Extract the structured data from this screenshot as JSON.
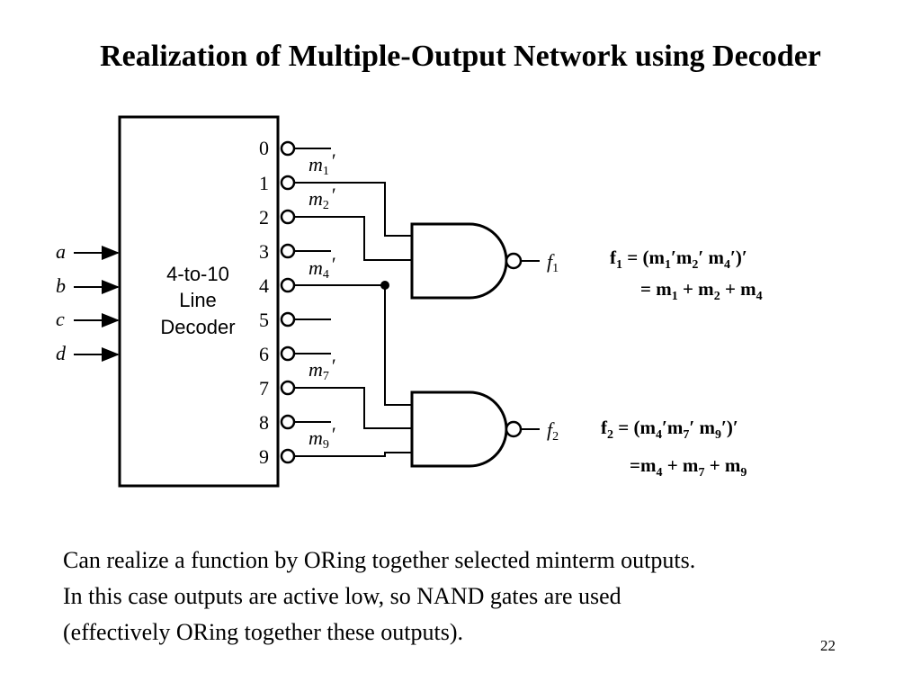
{
  "title": "Realization of Multiple-Output Network using Decoder",
  "decoder": {
    "label_lines": [
      "4-to-10",
      "Line",
      "Decoder"
    ],
    "inputs": [
      "a",
      "b",
      "c",
      "d"
    ],
    "outputs": [
      "0",
      "1",
      "2",
      "3",
      "4",
      "5",
      "6",
      "7",
      "8",
      "9"
    ]
  },
  "signals": {
    "m1": {
      "base": "m",
      "sub": "1",
      "prime": "′"
    },
    "m2": {
      "base": "m",
      "sub": "2",
      "prime": "′"
    },
    "m4": {
      "base": "m",
      "sub": "4",
      "prime": "′"
    },
    "m7": {
      "base": "m",
      "sub": "7",
      "prime": "′"
    },
    "m9": {
      "base": "m",
      "sub": "9",
      "prime": "′"
    }
  },
  "gate_outputs": [
    {
      "base": "f",
      "sub": "1"
    },
    {
      "base": "f",
      "sub": "2"
    }
  ],
  "equations": {
    "f1_line1": {
      "lhs": "f",
      "lhs_sub": "1",
      "rhs": " = (m",
      "s1": "1",
      "p1": "′m",
      "s2": "2",
      "p2": "′ m",
      "s3": "4",
      "p3": "′)′"
    },
    "f1_line2": {
      "t0": "=  m",
      "s1": "1",
      "t1": " + m",
      "s2": "2",
      "t2": " + m",
      "s3": "4"
    },
    "f2_line1": {
      "lhs": "f",
      "lhs_sub": "2",
      "rhs": " = (m",
      "s1": "4",
      "p1": "′m",
      "s2": "7",
      "p2": "′ m",
      "s3": "9",
      "p3": "′)′"
    },
    "f2_line2": {
      "t0": "=m",
      "s1": "4",
      "t1": " + m",
      "s2": "7",
      "t2": " + m",
      "s3": "9"
    }
  },
  "body_text": [
    "Can realize a function by ORing together selected minterm outputs.",
    "In this case outputs are active low, so NAND gates are used",
    "(effectively ORing together these outputs)."
  ],
  "page_number": "22"
}
